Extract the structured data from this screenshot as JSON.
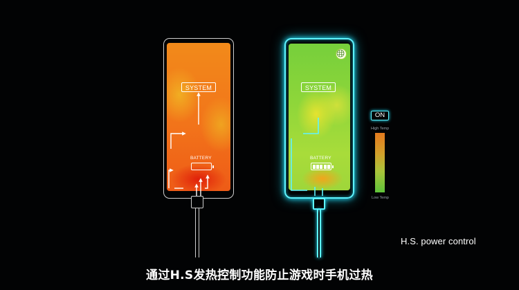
{
  "left_phone": {
    "system_label": "SYSTEM",
    "battery_label": "BATTERY"
  },
  "right_phone": {
    "system_label": "SYSTEM",
    "battery_label": "BATTERY",
    "battery_level_fraction": 1.0
  },
  "legend": {
    "status": "ON",
    "high_label": "High Temp",
    "low_label": "Low Temp",
    "accent_color": "#5ff4ff",
    "hot_color": "#e47a1e",
    "cool_color": "#5fc33a"
  },
  "caption": "H.S. power control",
  "subtitle": "通过H.S发热控制功能防止游戏时手机过热"
}
